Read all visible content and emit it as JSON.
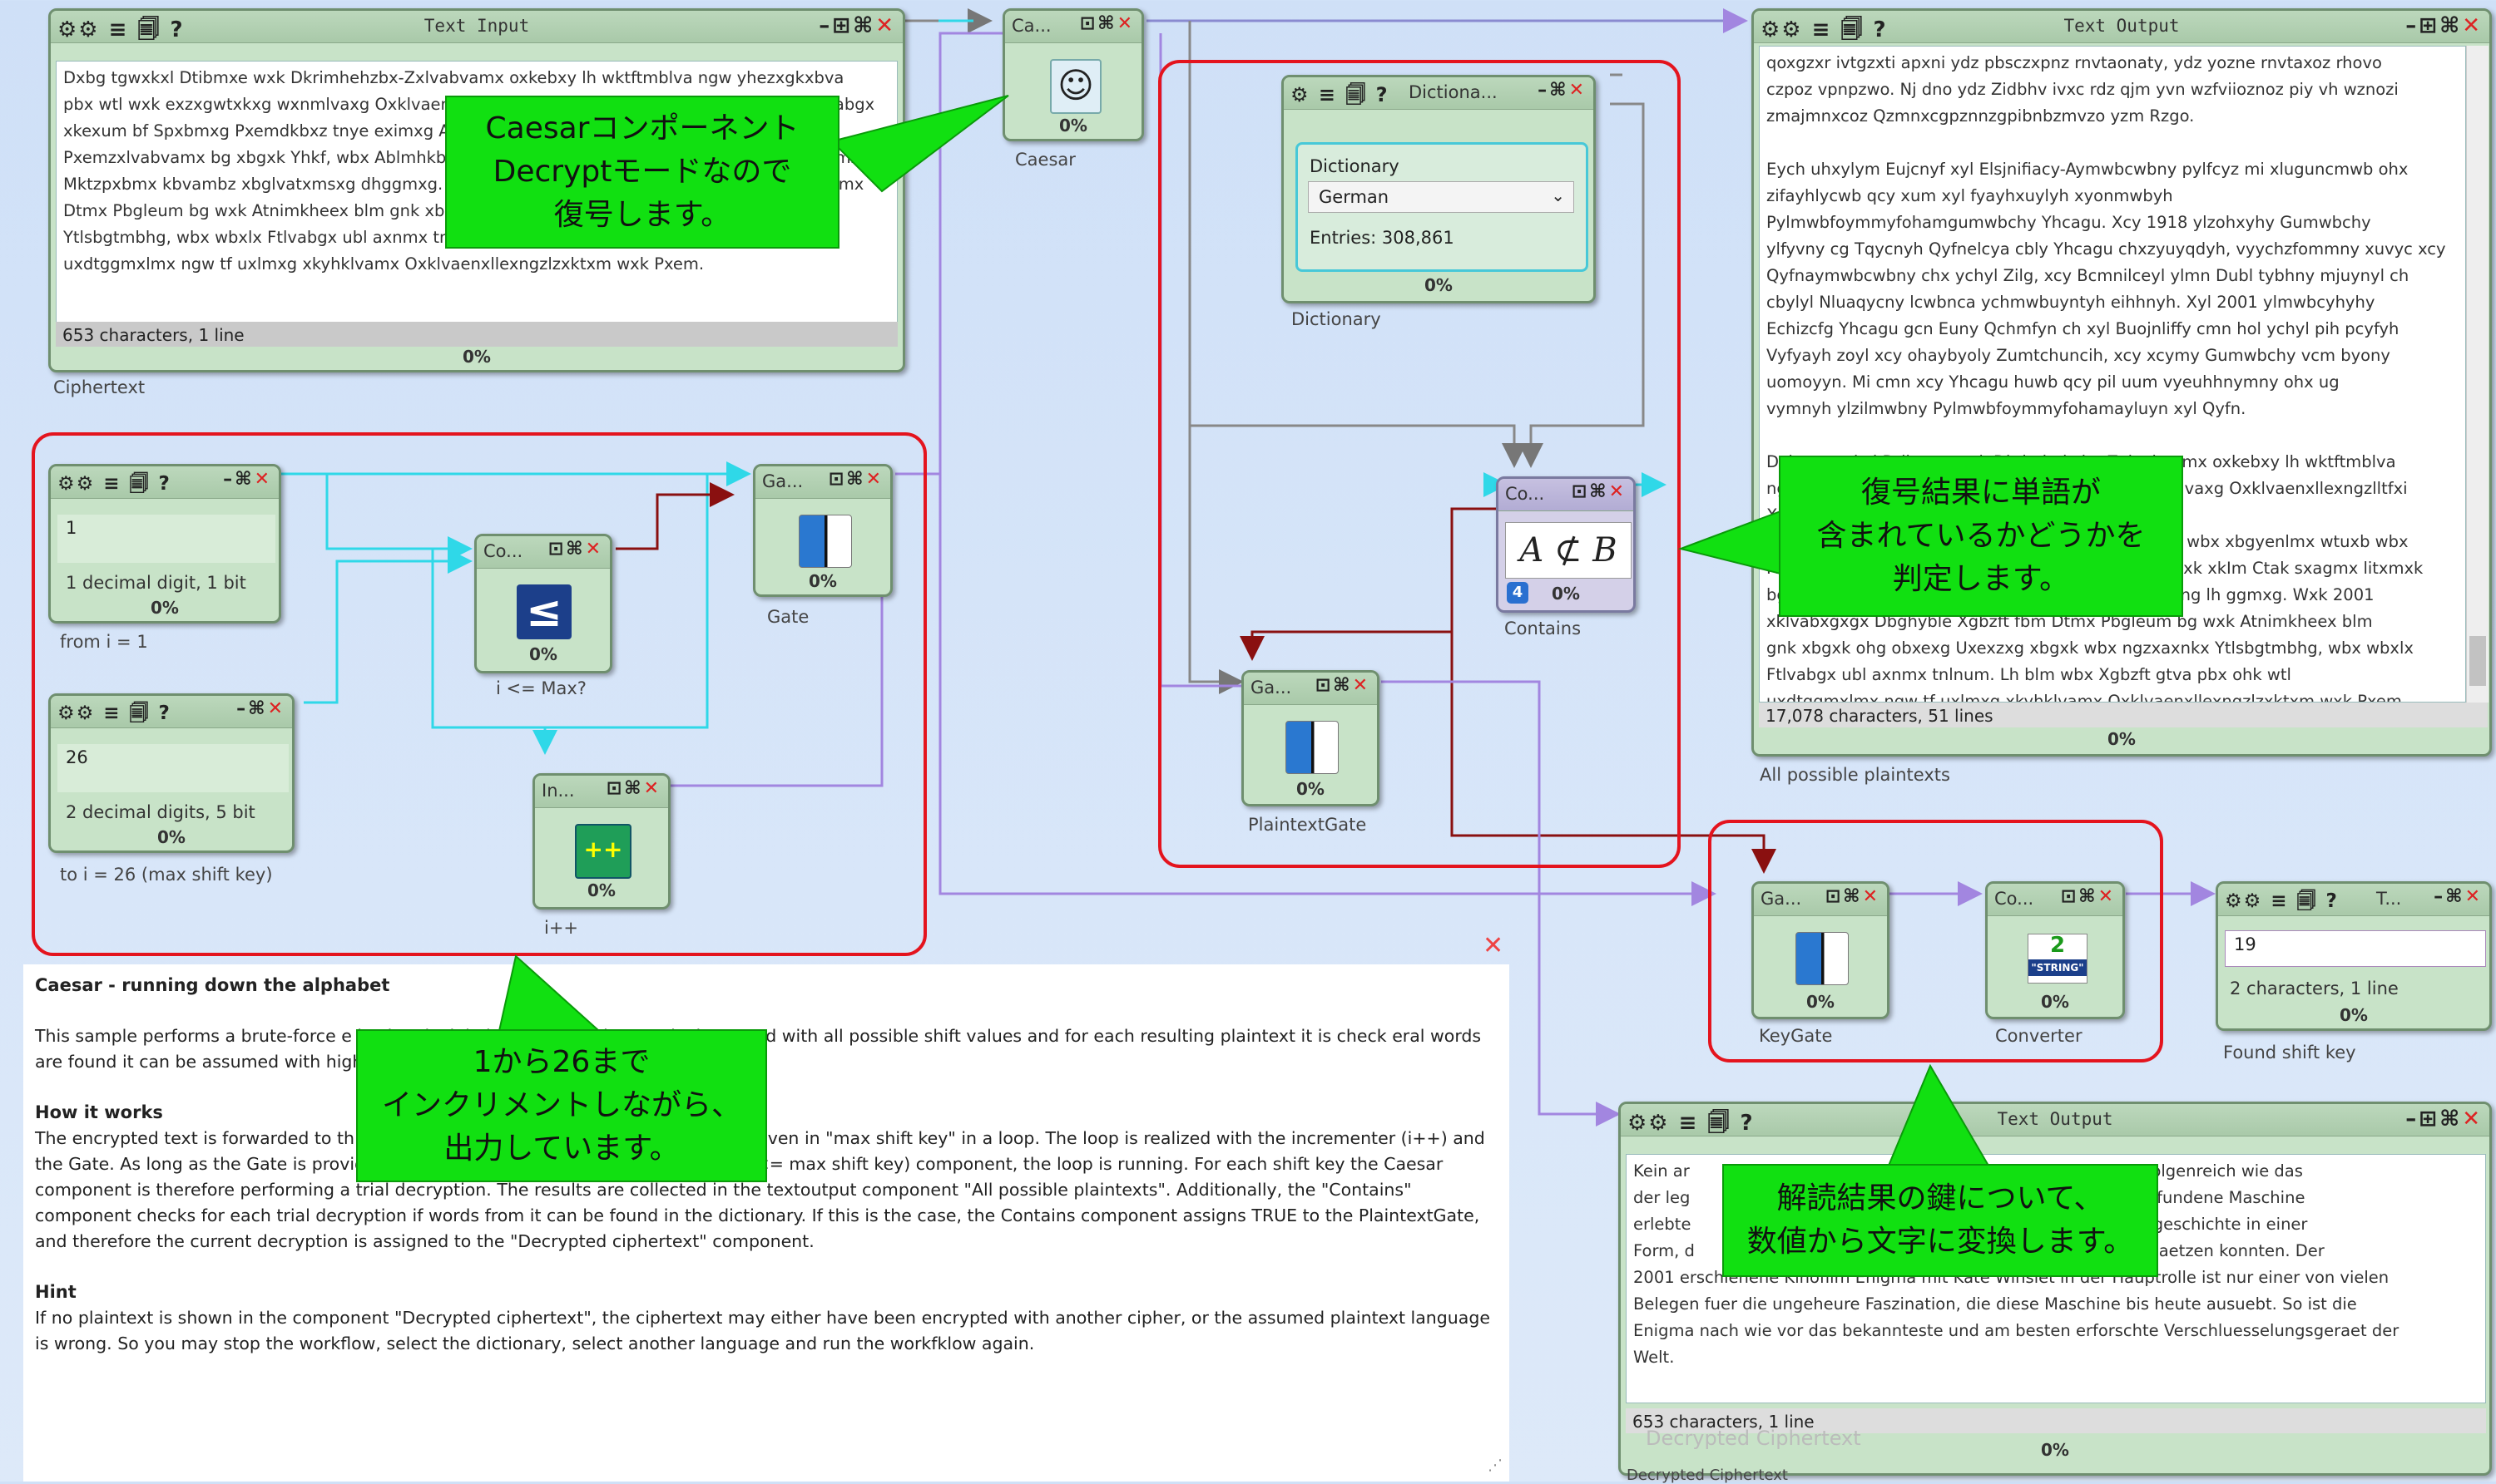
{
  "text_input": {
    "title": "Text Input",
    "content": "Dxbg tgwxkxl Dtibmxe wxk Dkrimhehzbx-Zxlvabvamx oxkebxy lh wktftmblva ngw yhezxgkxbva\npbx wtl wxk exzxgwtxkxg wxnmlvaxg Oxklvaenxllexngzlltfxi Xgbzft. Wbx 1918 xkyngwxgx Ftlvabgx\nxkexum bf Spxbmxg Pxemdkbxz tnye eximxg Abaxgieng, wbx wbx Fxemzxlvabvamx bg wbx\nPxemzxlvabvamx bg xbgxk Yhkf, wbx Ablmhkbdxk lxbm wxf xkylmt gbvam xbglvaxmsxg dhggmxg.\nMktzpxbmx kbvambz xbglvatxmsxg dhggmxg. Wxk 2001 xklvabxgxgx Dbghyble Xgbzft fbm Dtmx\nDtmx Pbgleum bg wxk Atnimkheex blm gnk xbgxk oxk obxexg Uxexzxg xbgxk wbx ngzxaxnkx\nYtlsbgtmbhg, wbx wbxlx Ftlvabgx ubl axnmx tnlnum. Lh blm wbx Xgbzft gtva pbx ohk wtl\nuxdtggmxlmx ngw tf uxlmxg xkyhklvamx Oxklvaenxllexngzlzxktxm wxk Pxem.",
    "status": "653 characters,  1 line",
    "progress": "0%",
    "caption": "Ciphertext"
  },
  "caesar": {
    "title": "Ca...",
    "progress": "0%",
    "caption": "Caesar"
  },
  "dictionary": {
    "title": "Dictiona...",
    "group_label": "Dictionary",
    "language": "German",
    "entries_label": "Entries:",
    "entries_value": "308,861",
    "progress": "0%",
    "caption": "Dictionary"
  },
  "text_output_all": {
    "title": "Text Output",
    "content_top": "qoxgzxr ivtgzxti apxni ydz pbsczxpnz rnvtaonaty, ydz yozne rnvtaxoz rhovo\nczpoz vpnpzwo. Nj dno ydz Zidbhv ivxc rdz qjm yvn wzfviioznoz piy vh wznozi\nzmajmnxcoz Qzmnxcgpznnzgpibnbzmvzo yzm Rzgo.\n\nEych uhxylym Eujcnyf xyl Elsjnifiacy-Aymwbcwbny pylfcyz mi xluguncmwb ohx\nzifayhlycwb qcy xum xyl fyayhxuylyh xyonmwbyh\nPylmwbfoymmyfohamgumwbchy Yhcagu. Xcy 1918 ylzohxyhy Gumwbchy\nylfyvny cg Tqycnyh Qyfnelcya cbly Yhcagu chxzyuyqdyh, vyychzfommny xuvyc xcy\nQyfnaymwbcwbny chx ychyl Zilg, xcy Bcmnilceyl ylmn Dubl tybhny mjuynyl ch\ncbylyl Nluaqycny lcwbnca ychmwbuyntyh eihhnyh. Xyl 2001 ylmwbcyhyhy\nEchizcfg Yhcagu gcn Euny Qchmfyn ch xyl Buojnliffy cmn hol ychyl pih pcyfyh\nVyfyayh zoyl xcy ohaybyoly Zumtchuncih, xcy xcymy Gumwbchy vcm byony\nuomoyyn. Mi cmn xcy Yhcagu huwb qcy pil uum vyeuhhnymny ohx ug\nvymnyh ylzilmwbny Pylmwbfoymmyfohamayluyn xyl Qyfn.\n\nDxbg tgwxkxl Dtibmxe wxk Dkrimhehzbx-Zxlvabvamx oxkebxy lh wktftmblva\nngw yhezxgkxbva pbx wtl wxk exzxgwtxkxg wxnmlvaxg Oxklvaenxllexngzlltfxi\nXgbzft. Wbx 1918 xkyngwxgx Ftlvabgx xkexum bf\nSpxbmxg Pxemdkbxz tnye eximxg Abaxgieng, wbx wbx xbgyenlmx wtuxb wbx\nFxemzxlvabvamx bg xbgxk Yhkf, wbx Ablmhkbdxk xk xkIm Ctak sxagmx litxmxk\nbgm bg xbgxk Dtmx Pbgleum Yhkf, Dkbxz Abaxgieng lh ggmxg. Wxk 2001\nxklvabxgxgx Dbghyble Xgbzft fbm Dtmx Pbgleum bg wxk Atnimkheex blm\ngnk xbgxk ohg obxexg Uxexzxg xbgxk wbx ngzxaxnkx Ytlsbgtmbhg, wbx wbxlx\nFtlvabgx ubl axnmx tnlnum. Lh blm wbx Xgbzft gtva pbx ohk wtl\nuxdtggmxlmx ngw tf uxlmxg xkyhklvamx Oxklvaenxllexngzlzxktxm wxk Pxem.",
    "status": "17,078 characters,  51 lines",
    "progress": "0%",
    "caption": "All possible plaintexts"
  },
  "from_value": {
    "value": "1",
    "info": "1 decimal digit, 1 bit",
    "progress": "0%",
    "caption": "from i = 1"
  },
  "to_value": {
    "value": "26",
    "info": "2 decimal digits, 5 bit",
    "progress": "0%",
    "caption": "to i = 26 (max shift key)"
  },
  "comparator": {
    "title": "Co...",
    "symbol": "≤",
    "progress": "0%",
    "caption": "i <= Max?"
  },
  "gate": {
    "title": "Ga...",
    "progress": "0%",
    "caption": "Gate"
  },
  "incrementer": {
    "title": "In...",
    "symbol": "++",
    "progress": "0%",
    "caption": "i++"
  },
  "contains": {
    "title": "Co...",
    "symbol": "A ⊄ B",
    "badge": "4",
    "progress": "0%",
    "caption": "Contains"
  },
  "plaintext_gate": {
    "title": "Ga...",
    "progress": "0%",
    "caption": "PlaintextGate"
  },
  "key_gate": {
    "title": "Ga...",
    "progress": "0%",
    "caption": "KeyGate"
  },
  "converter": {
    "title": "Co...",
    "icon_top": "2",
    "icon_bottom": "\"STRING\"",
    "progress": "0%",
    "caption": "Converter"
  },
  "found_key": {
    "title": "T...",
    "value": "19",
    "info": "2 characters,  1 line",
    "progress": "0%",
    "caption": "Found shift key"
  },
  "decrypted_output": {
    "title": "Text Output",
    "content": "Kein ar                                                                       atisch und folgenreich wie das\nder leg                                                                        Die 1918 erfundene Maschine\nerlebte                                                                       bei die Weltgeschichte in einer\nForm, d                                                                       chtig einschaetzen konnten. Der\n2001 erschienene Kinofilm Enigma mit Kate Winslet in der Hauptrolle ist nur einer von vielen\nBelegen fuer die ungeheure Faszination, die diese Maschine bis heute ausuebt. So ist die\nEnigma nach wie vor das bekannteste und am besten erforschte Verschluesselungsgeraet der\nWelt.",
    "status": "653 characters,  1 line",
    "progress": "0%",
    "caption": "Decrypted Ciphertext",
    "ghost": "Decrypted Ciphertext"
  },
  "description": {
    "title": "Caesar - running down the alphabet",
    "intro": "This sample performs a brute-force                                                                                                                e basic principle is that the ciphertext is decrypted with all possible shift values and for each resulting plaintext it is check                                                                                                        eral words are found it can be assumed with high probability that this is the correct decryption.",
    "how_heading": "How it works",
    "how_text": "The encrypted text is forwarded to th                                                                                                       sar cipher is incremented from 1 to the value given in \"max shift key\" in a loop. The loop is realized with the incrementer (i++) and the Gate. As long as the Gate is provided with a TRUE value from the Comparator (i <= max shift key) component, the loop is running. For each shift key the Caesar component is therefore performing a trial decryption. The results are collected in the textoutput component \"All possible plaintexts\". Additionally, the \"Contains\" component checks for each trial decryption if words from it can be found in the dictionary. If this is the case, the Contains component assigns TRUE to the PlaintextGate, and therefore the current decryption is assigned to the \"Decrypted ciphertext\" component.",
    "hint_heading": "Hint",
    "hint_text": "If no plaintext is shown in the component \"Decrypted ciphertext\", the ciphertext may either have been encrypted with another cipher, or the assumed plaintext language is wrong. So you may stop the workflow, select the dictionary, select another language and run the workfklow again."
  },
  "callouts": {
    "caesar": "Caesarコンポーネント\nDecryptモードなので\n復号します。",
    "contains": "復号結果に単語が\n含まれているかどうかを\n判定します。",
    "loop": "1から26まで\nインクリメントしながら、\n出力しています。",
    "converter": "解読結果の鍵について、\n数値から文字に変換します。"
  },
  "colors": {
    "background": "#d8e6f9",
    "component": "#c8e3c8",
    "callout": "#11e011",
    "highlight": "#e4141e",
    "wire_cyan": "#2fd8e8",
    "wire_purple": "#a286e0",
    "wire_dark_red": "#8a1010"
  }
}
